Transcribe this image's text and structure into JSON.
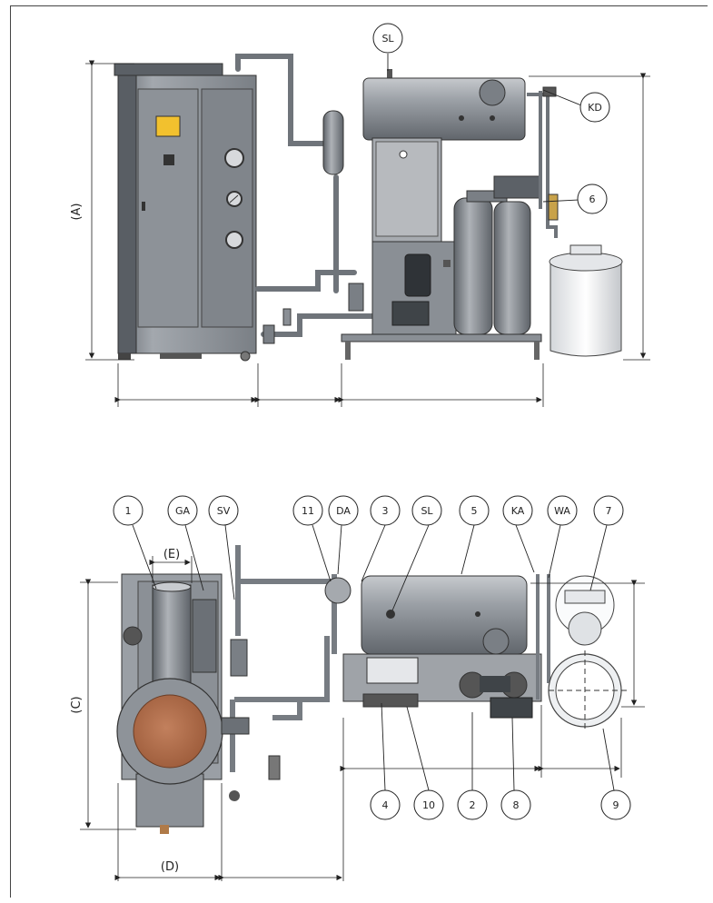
{
  "side_view": {
    "callouts": {
      "sl": "SL",
      "kd": "KD",
      "six": "6"
    },
    "dims": {
      "a": "(A)"
    }
  },
  "top_view": {
    "callouts": {
      "one": "1",
      "ga": "GA",
      "sv": "SV",
      "eleven": "11",
      "da": "DA",
      "three": "3",
      "sl": "SL",
      "five": "5",
      "ka": "KA",
      "wa": "WA",
      "seven": "7",
      "four": "4",
      "ten": "10",
      "two": "2",
      "eight": "8",
      "nine": "9"
    },
    "dims": {
      "c": "(C)",
      "d": "(D)",
      "e": "(E)"
    }
  },
  "colors": {
    "body_metal": "#8e9399",
    "dark_metal": "#5b6066",
    "light_metal": "#c9ccd0",
    "burner_copper": "#b9734f",
    "display_yellow": "#f2c12e",
    "tank_white": "#eef0f2",
    "line": "#222222"
  }
}
